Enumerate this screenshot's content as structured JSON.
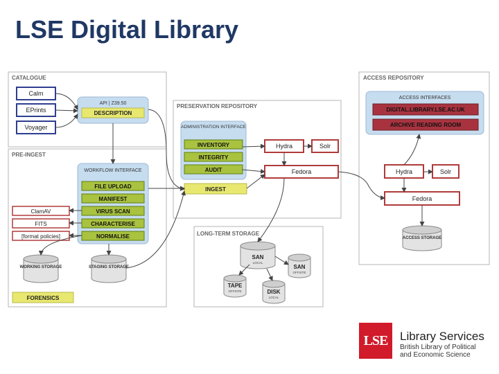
{
  "title": "LSE Digital Library",
  "sections": {
    "catalogue": "CATALOGUE",
    "pre_ingest": "PRE-INGEST",
    "preservation": "PRESERVATION REPOSITORY",
    "long_term": "LONG-TERM STORAGE",
    "access": "ACCESS REPOSITORY"
  },
  "catalogue": {
    "systems": [
      "Calm",
      "EPrints",
      "Voyager"
    ],
    "api_label": "API | Z39.50",
    "description": "DESCRIPTION"
  },
  "pre_ingest": {
    "workflow_label": "WORKFLOW INTERFACE",
    "steps": [
      "FILE UPLOAD",
      "MANIFEST",
      "VIRUS SCAN",
      "CHARACTERISE",
      "NORMALISE"
    ],
    "tools": [
      "ClamAV",
      "FITS",
      "[format policies]"
    ],
    "working_storage": "WORKING STORAGE",
    "staging_storage": "STAGING STORAGE",
    "forensics": "FORENSICS"
  },
  "preservation": {
    "admin_label": "ADMINISTRATION INTERFACE",
    "functions": [
      "INVENTORY",
      "INTEGRITY",
      "AUDIT"
    ],
    "ingest": "INGEST",
    "hydra": "Hydra",
    "solr": "Solr",
    "fedora": "Fedora"
  },
  "long_term": {
    "san_local": "SAN",
    "san_local_sub": "LOCAL",
    "san_offsite": "SAN",
    "san_offsite_sub": "OFFSITE",
    "tape": "TAPE",
    "tape_sub": "OFFSITE",
    "disk": "DISK",
    "disk_sub": "LOCAL"
  },
  "access": {
    "interfaces_label": "ACCESS INTERFACES",
    "digital_library": "DIGITAL.LIBRARY.LSE.AC.UK",
    "reading_room": "ARCHIVE READING ROOM",
    "hydra": "Hydra",
    "solr": "Solr",
    "fedora": "Fedora",
    "storage": "ACCESS STORAGE"
  },
  "footer": {
    "logo": "LSE",
    "title": "Library Services",
    "subtitle_line1": "British Library of Political",
    "subtitle_line2": "and Economic Science"
  },
  "colors": {
    "title": "#1f3864",
    "blue_panel": "#c6dcef",
    "yellow": "#e8e870",
    "green": "#a9c23f",
    "green_dark": "#5f7f10",
    "crimson": "#a8333f",
    "red_border": "#b03a3a",
    "navy_border": "#2e3d8f",
    "logo_red": "#d11a2a"
  }
}
